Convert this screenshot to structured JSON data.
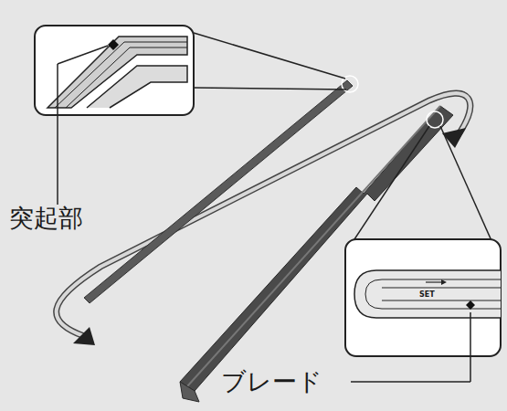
{
  "diagram": {
    "labels": [
      "突起部",
      "ブレード",
      "SET"
    ]
  }
}
